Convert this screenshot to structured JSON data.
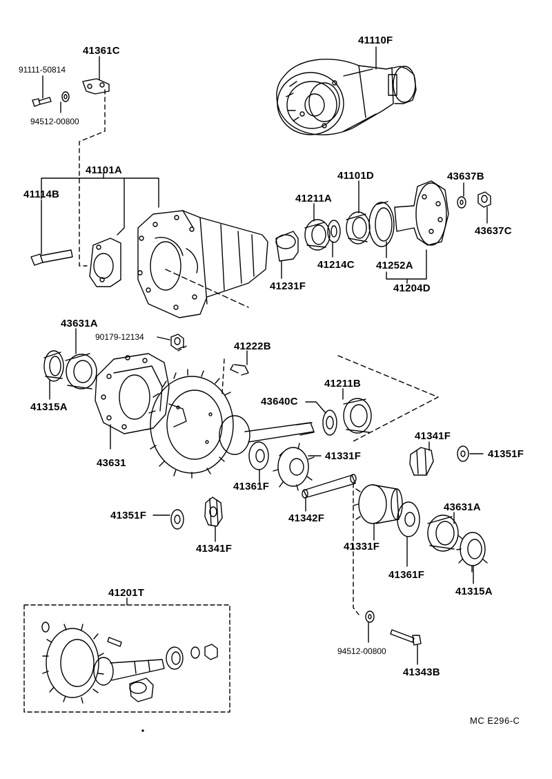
{
  "labels": {
    "p41110F": "41110F",
    "p41361C": "41361C",
    "p91111_50814": "91111-50814",
    "p94512_00800_top": "94512-00800",
    "p41101A": "41101A",
    "p41114B": "41114B",
    "p41211A": "41211A",
    "p41101D": "41101D",
    "p43637B": "43637B",
    "p43637C": "43637C",
    "p41214C": "41214C",
    "p41231F": "41231F",
    "p41252A": "41252A",
    "p41204D": "41204D",
    "p43631A_top": "43631A",
    "p90179_12134": "90179-12134",
    "p41222B": "41222B",
    "p41211B": "41211B",
    "p43640C": "43640C",
    "p41315A_left": "41315A",
    "p43631": "43631",
    "p41341F_right": "41341F",
    "p41351F_right": "41351F",
    "p41331F_mid": "41331F",
    "p41361F_mid": "41361F",
    "p41351F_left": "41351F",
    "p41342F": "41342F",
    "p43631A_right": "43631A",
    "p41341F_left": "41341F",
    "p41331F_low": "41331F",
    "p41361F_low": "41361F",
    "p41315A_right": "41315A",
    "p41201T": "41201T",
    "p94512_00800_low": "94512-00800",
    "p41343B": "41343B",
    "ref_code": "MC  E296-C"
  }
}
